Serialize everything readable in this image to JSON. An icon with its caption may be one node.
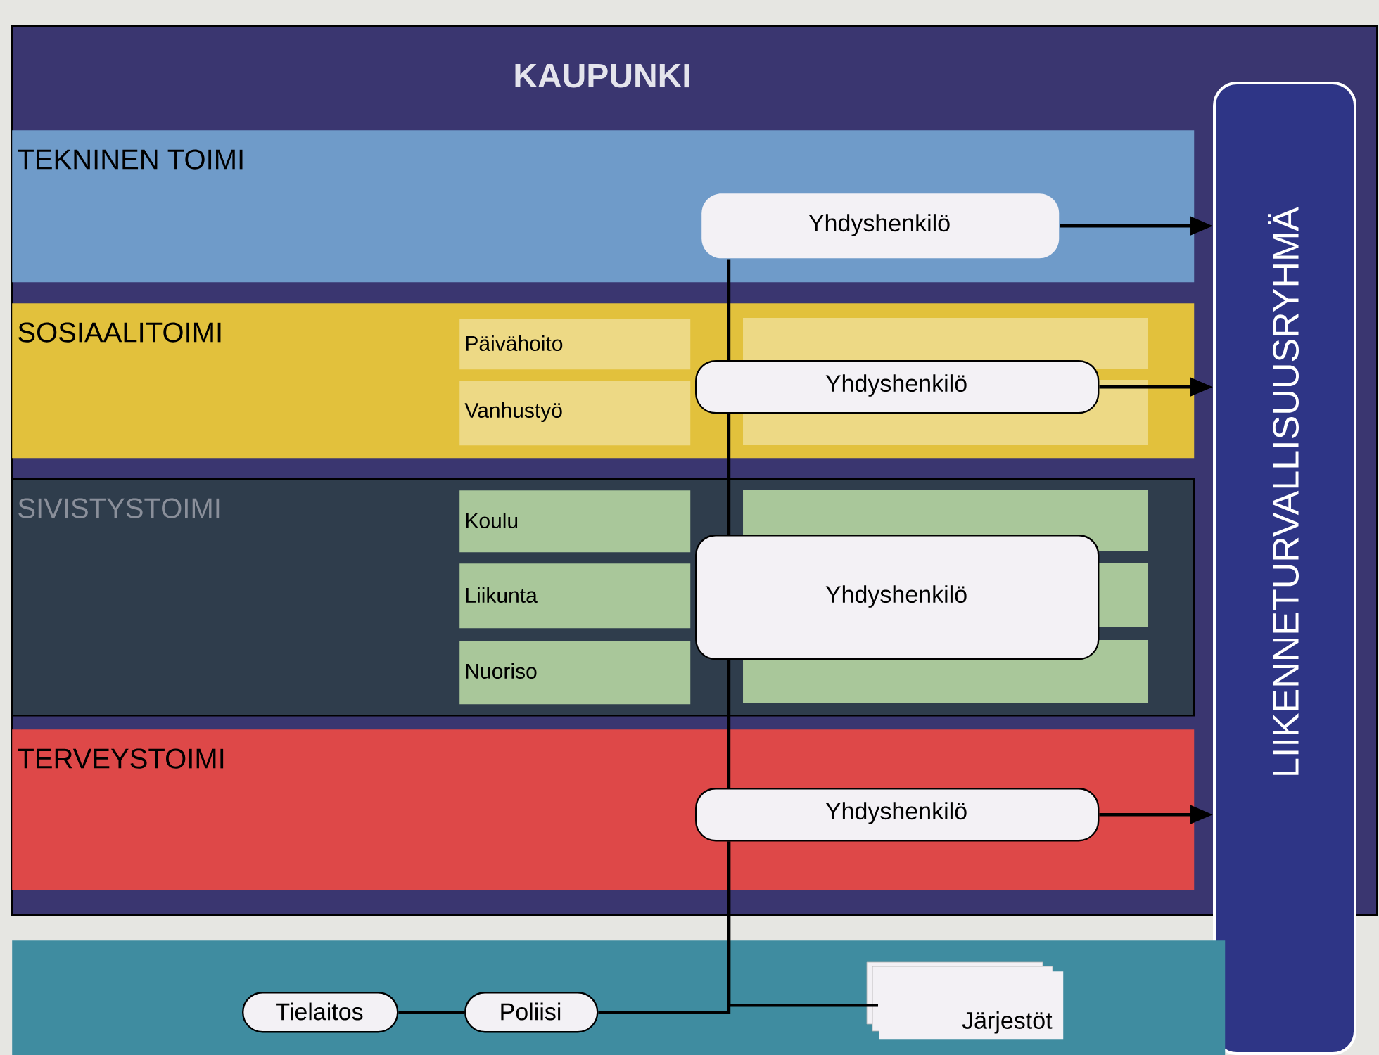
{
  "diagram": {
    "nodes": [
      {
        "text": [
          "KAUPUNKI"
        ]
      },
      {
        "text": [
          "TEKNINEN TOIMI"
        ],
        "in": 0
      },
      {
        "text": [
          "Yhdyshenkilö"
        ],
        "in": 1
      },
      {
        "text": [
          "SOSIAALITOIMI"
        ],
        "in": 0
      },
      {
        "text": [
          "Päivähoito"
        ],
        "in": 3
      },
      {
        "text": [
          "Vanhustyö"
        ],
        "in": 3
      },
      {
        "text": [
          "Yhdyshenkilö"
        ],
        "in": 3
      },
      {
        "text": [
          "SIVISTYSTOIMI"
        ],
        "in": 0
      },
      {
        "text": [
          "Koulu"
        ],
        "in": 7
      },
      {
        "text": [
          "Liikunta"
        ],
        "in": 7
      },
      {
        "text": [
          "Nuoriso"
        ],
        "in": 7
      },
      {
        "text": [
          "Yhdyshenkilö"
        ],
        "in": 7
      },
      {
        "text": [
          "TERVEYSTOIMI"
        ],
        "in": 0
      },
      {
        "text": [
          "Yhdyshenkilö"
        ],
        "in": 12
      },
      {
        "text": [
          "LIIKENNETURVALLISUUSRYHMÄ"
        ]
      },
      {
        "text": [],
        "shape": "band"
      },
      {
        "text": [
          "Tielaitos"
        ],
        "in": 15
      },
      {
        "text": [
          "Poliisi"
        ],
        "in": 15
      },
      {
        "text": [
          "Järjestöt"
        ],
        "in": 15
      }
    ],
    "edges": [
      {
        "from": 2,
        "to": 14,
        "arrow": "to"
      },
      {
        "from": 6,
        "to": 14,
        "arrow": "to"
      },
      {
        "from": 13,
        "to": 14,
        "arrow": "to"
      },
      {
        "from": 2,
        "to": 6,
        "arrow": "none"
      },
      {
        "from": 6,
        "to": 11,
        "arrow": "none"
      },
      {
        "from": 11,
        "to": 13,
        "arrow": "none"
      },
      {
        "from": 13,
        "to": 17,
        "arrow": "none"
      },
      {
        "from": 13,
        "to": 18,
        "arrow": "none"
      },
      {
        "from": 16,
        "to": 17,
        "arrow": "none"
      }
    ]
  }
}
